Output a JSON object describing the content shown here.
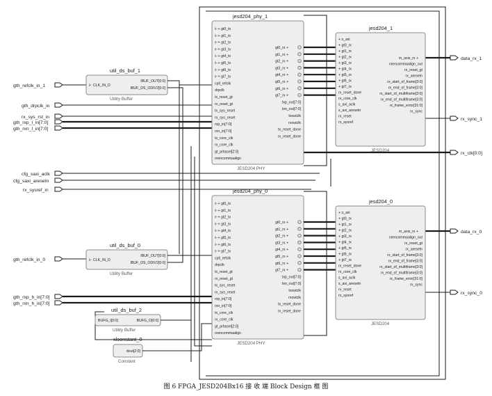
{
  "figure": {
    "caption": "图 6   FPGA_JESD204Bx16 接 收 端 Block Design 框 图"
  },
  "inputs_left": {
    "gth_refclk_in_1": "gth_refclk_in_1",
    "gth_drpclk_in": "gth_drpclk_in",
    "rx_sys_rst_in": "rx_sys_rst_in",
    "gth_rxp_l_in": "gth_rxp_l_in[7:0]",
    "gth_rxn_l_in": "gth_rxn_l_in[7:0]",
    "cfg_saxi_aclk": "cfg_saxi_aclk",
    "cfg_saxi_aresetn": "cfg_saxi_aresetn",
    "rx_sysref_in": "rx_sysref_in",
    "gth_refclk_in_0": "gth_refclk_in_0",
    "gth_rxp_h_in": "gth_rxp_h_in[7:0]",
    "gth_rxn_h_in": "gth_rxn_h_in[7:0]"
  },
  "outputs_right": {
    "data_rx_1": "data_rx_1",
    "rx_sync_1": "rx_sync_1",
    "rx_clk": "rx_clk[0:0]",
    "data_rx_0": "data_rx_0",
    "rx_sync_0": "rx_sync_0"
  },
  "util_ds_buf_1": {
    "name": "util_ds_buf_1",
    "subtitle": "Utility Buffer",
    "in_pin": "CLK_IN_D",
    "out_pins": [
      "IBUF_OUT[0:0]",
      "IBUF_DS_ODIV2[0:0]"
    ]
  },
  "util_ds_buf_0": {
    "name": "util_ds_buf_0",
    "subtitle": "Utility Buffer",
    "in_pin": "CLK_IN_D",
    "out_pins": [
      "IBUF_OUT[0:0]",
      "IBUF_DS_ODIV2[0:0]"
    ]
  },
  "util_ds_buf_2": {
    "name": "util_ds_buf_2",
    "subtitle": "Utility Buffer",
    "in_pin": "BUFG_I[0:0]",
    "out_pin": "BUFG_O[0:0]"
  },
  "xlconstant_0": {
    "name": "xlconstant_0",
    "subtitle": "Constant",
    "out_pin": "dout[2:0]"
  },
  "phy_common": {
    "subtitle": "JESD204 PHY",
    "left_pins": [
      "gt0_tx",
      "gt1_tx",
      "gt2_tx",
      "gt3_tx",
      "gt4_tx",
      "gt5_tx",
      "gt6_tx",
      "gt7_tx",
      "cpll_refclk",
      "drpclk",
      "tx_reset_gt",
      "rx_reset_gt",
      "tx_sys_reset",
      "rx_sys_reset",
      "rxp_in[7:0]",
      "rxn_in[7:0]",
      "tx_core_clk",
      "rx_core_clk",
      "gt_prbssel[2:0]",
      "rxencommaalign"
    ],
    "right_pins": [
      "gt0_rx",
      "gt1_rx",
      "gt2_rx",
      "gt3_rx",
      "gt4_rx",
      "gt5_rx",
      "gt6_rx",
      "gt7_rx",
      "txp_out[7:0]",
      "txn_out[7:0]",
      "txoutclk",
      "rxoutclk",
      "tx_reset_done",
      "rx_reset_done"
    ]
  },
  "jesd204_phy_1": {
    "name": "jesd204_phy_1"
  },
  "jesd204_phy_0": {
    "name": "jesd204_phy_0"
  },
  "core_common": {
    "subtitle": "JESD204",
    "left_pins": [
      "s_axi",
      "gt0_rx",
      "gt1_rx",
      "gt2_rx",
      "gt3_rx",
      "gt4_rx",
      "gt5_rx",
      "gt6_rx",
      "gt7_rx",
      "rx_reset_done",
      "rx_core_clk",
      "s_axi_aclk",
      "s_axi_aresetn",
      "rx_reset",
      "rx_sysref"
    ],
    "right_pins": [
      "m_axis_rx",
      "rxencommaalign_out",
      "rx_reset_gt",
      "rx_aresetn",
      "rx_start_of_frame[3:0]",
      "rx_end_of_frame[3:0]",
      "rx_start_of_multiframe[3:0]",
      "rx_end_of_multiframe[3:0]",
      "rx_frame_error[31:0]",
      "rx_sync"
    ]
  },
  "jesd204_1": {
    "name": "jesd204_1"
  },
  "jesd204_0": {
    "name": "jesd204_0"
  }
}
